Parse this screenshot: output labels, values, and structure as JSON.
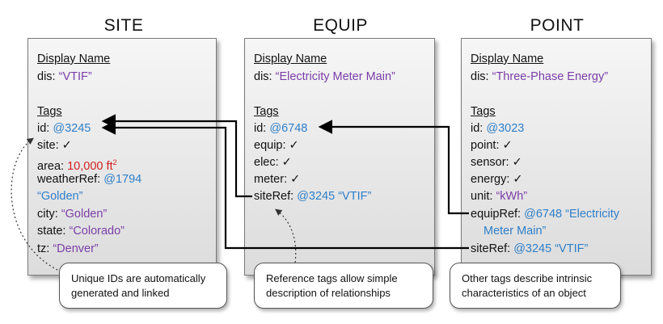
{
  "columns": {
    "site": {
      "title": "SITE",
      "display_name_label": "Display Name",
      "dis_key": "dis:",
      "dis_value": "“VTIF”",
      "tags_label": "Tags",
      "id_key": "id:",
      "id_value": "@3245",
      "site_key": "site:",
      "site_check": "✓",
      "area_key": "area:",
      "area_value": "10,000 ft",
      "area_sup": "2",
      "weatherRef_key": "weatherRef:",
      "weatherRef_value": "@1794",
      "weatherRef_str": "“Golden”",
      "city_key": "city:",
      "city_value": "“Golden”",
      "state_key": "state:",
      "state_value": "“Colorado”",
      "tz_key": "tz:",
      "tz_value": "“Denver”"
    },
    "equip": {
      "title": "EQUIP",
      "display_name_label": "Display Name",
      "dis_key": "dis:",
      "dis_value": "“Electricity Meter Main”",
      "tags_label": "Tags",
      "id_key": "id:",
      "id_value": "@6748",
      "equip_key": "equip:",
      "equip_check": "✓",
      "elec_key": "elec:",
      "elec_check": "✓",
      "meter_key": "meter:",
      "meter_check": "✓",
      "siteRef_key": "siteRef:",
      "siteRef_value": "@3245 “VTIF”"
    },
    "point": {
      "title": "POINT",
      "display_name_label": "Display Name",
      "dis_key": "dis:",
      "dis_value": "“Three-Phase Energy”",
      "tags_label": "Tags",
      "id_key": "id:",
      "id_value": "@3023",
      "point_key": "point:",
      "point_check": "✓",
      "sensor_key": "sensor:",
      "sensor_check": "✓",
      "energy_key": "energy:",
      "energy_check": "✓",
      "unit_key": "unit:",
      "unit_value": "“kWh”",
      "equipRef_key": "equipRef:",
      "equipRef_value": "@6748 “Electricity",
      "equipRef_value2": "Meter Main”",
      "siteRef_key": "siteRef:",
      "siteRef_value": "@3245 “VTIF”"
    }
  },
  "callouts": {
    "left_line1": "Unique IDs are automatically",
    "left_line2": "generated and linked",
    "middle_line1": "Reference tags allow simple",
    "middle_line2": "description of relationships",
    "right_line1": "Other tags describe intrinsic",
    "right_line2": "characteristics of an object"
  },
  "colors": {
    "ref": "#2e7fc9",
    "string": "#7a3ea8",
    "number": "#d21f1f"
  }
}
